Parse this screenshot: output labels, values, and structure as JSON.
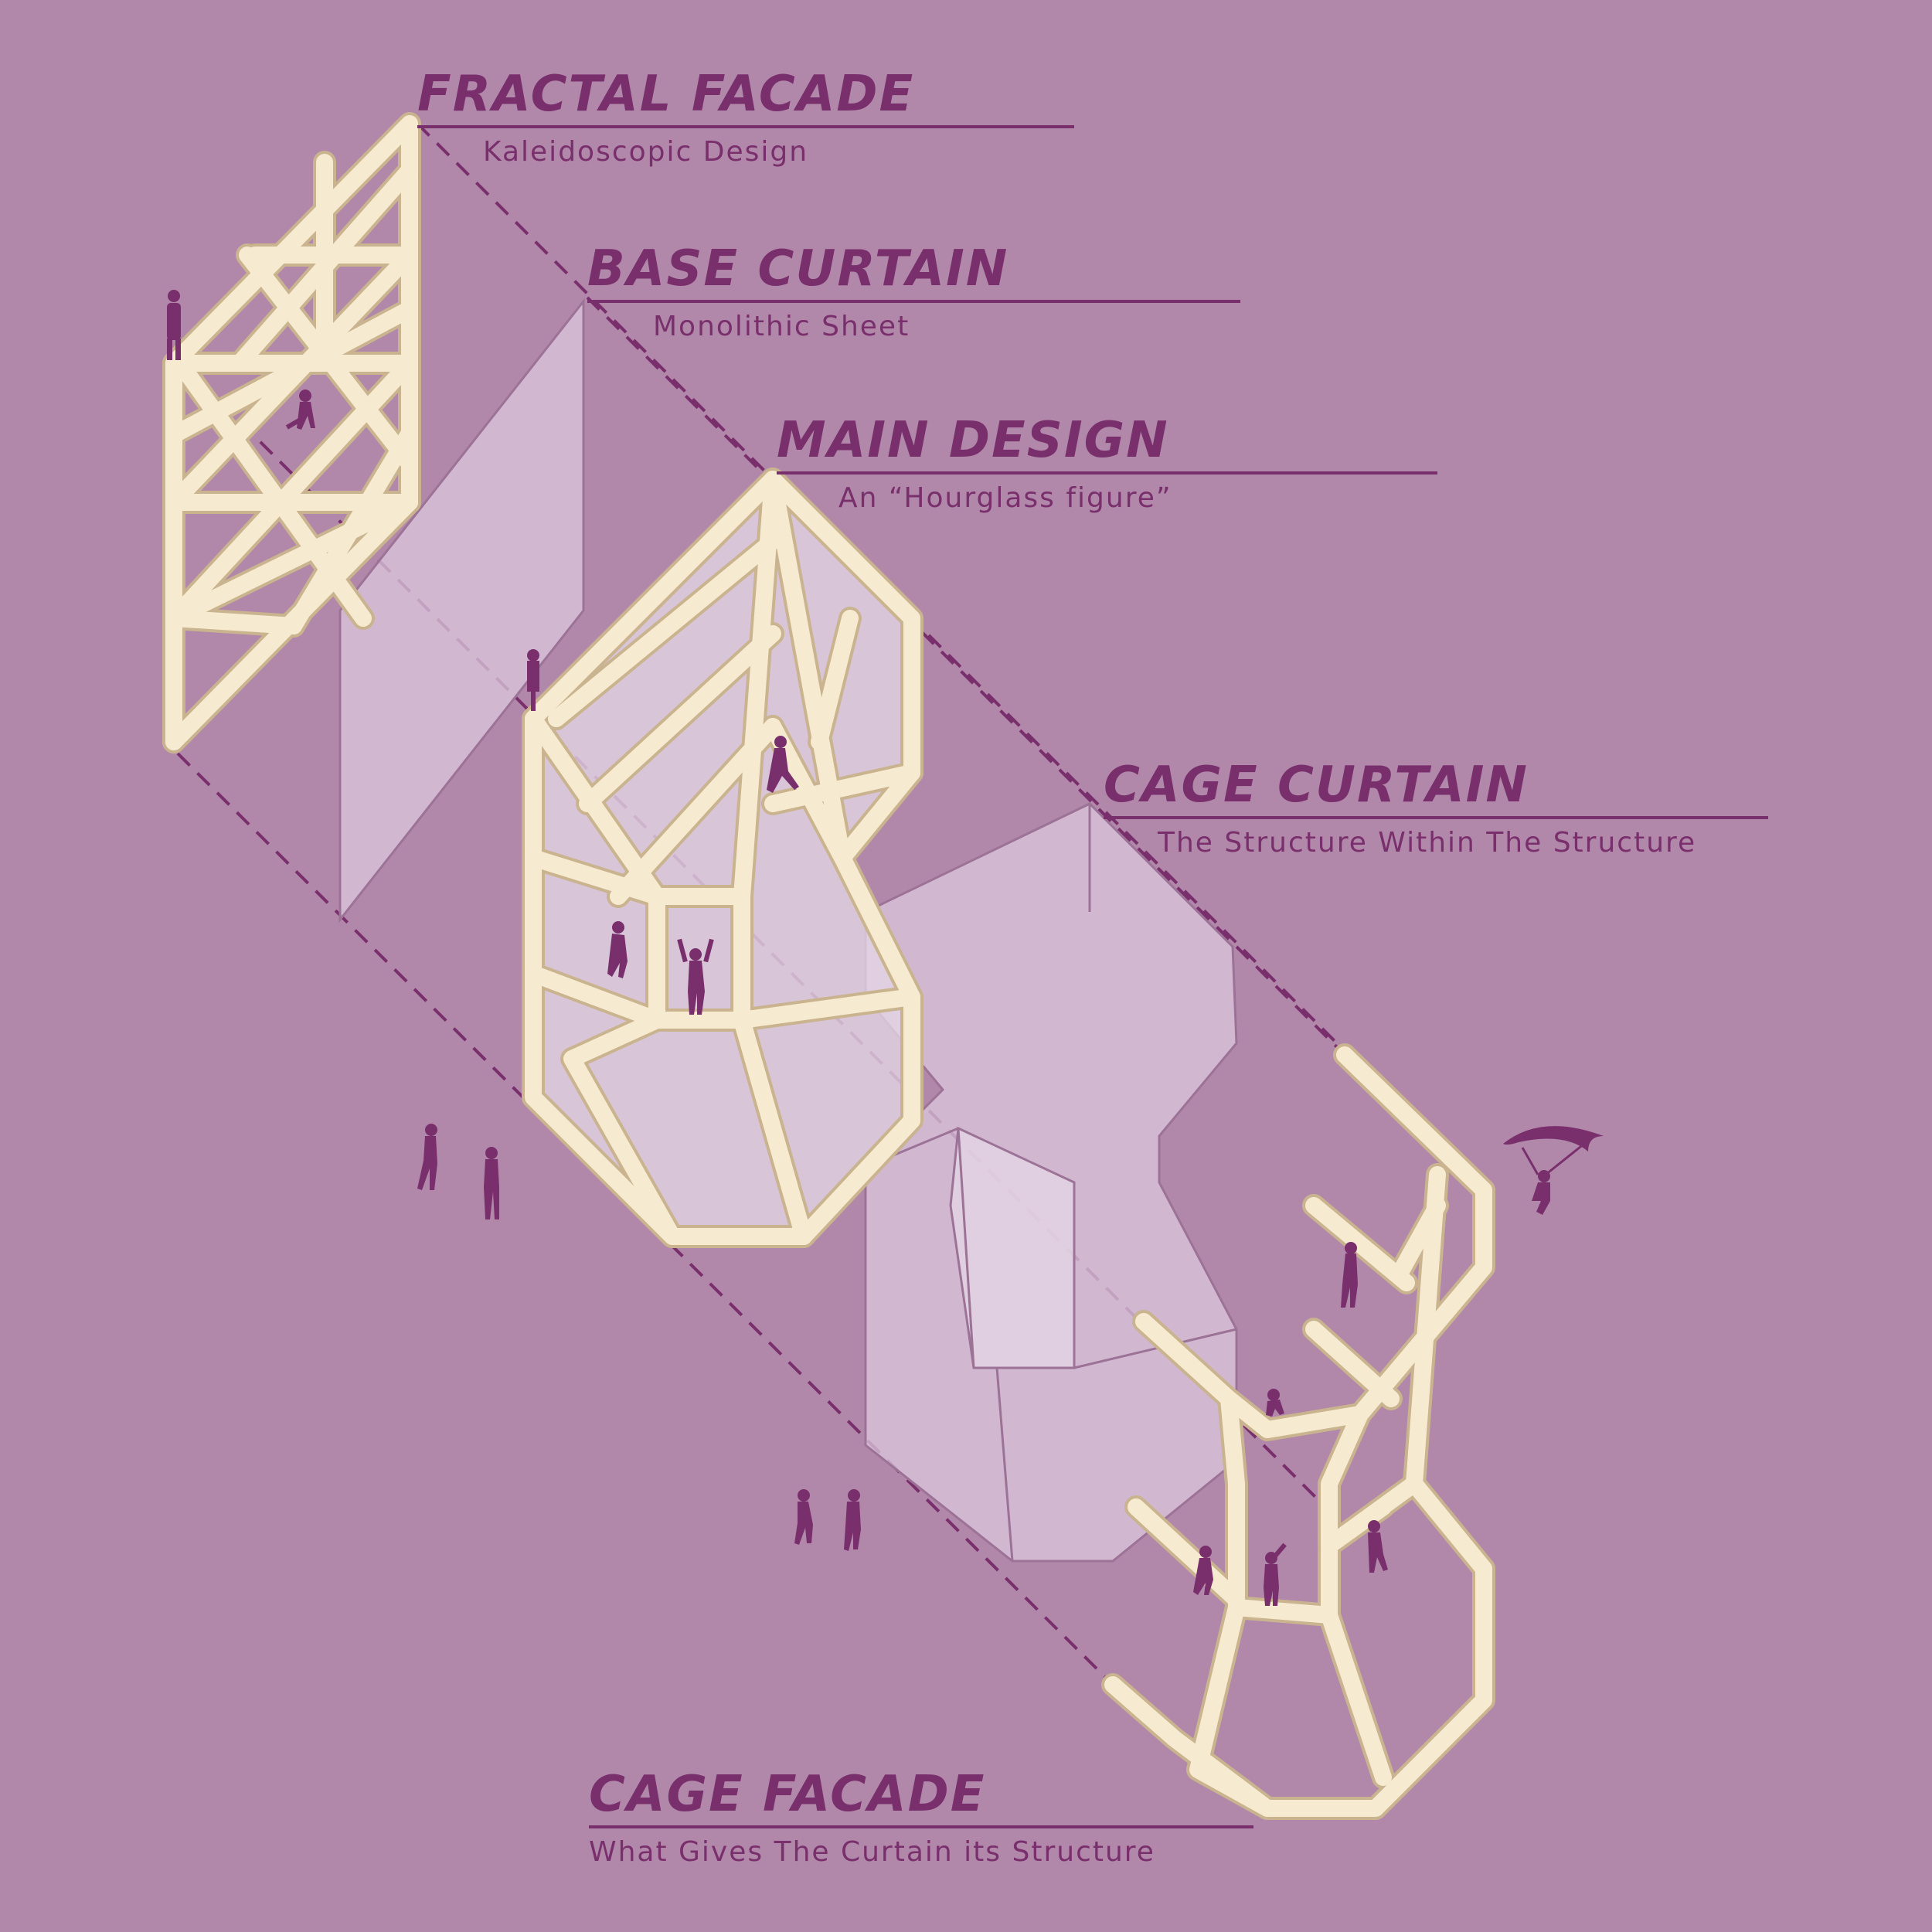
{
  "colors": {
    "background": "#b188a9",
    "accent": "#7a2f6d",
    "timber": "#f6ead0",
    "timber_edge": "#c9b48f",
    "curtain": "#dcc8dd"
  },
  "labels": {
    "fractal_facade": {
      "title": "FRACTAL FACADE",
      "subtitle": "Kaleidoscopic Design"
    },
    "base_curtain": {
      "title": "BASE CURTAIN",
      "subtitle": "Monolithic Sheet"
    },
    "main_design": {
      "title": "MAIN DESIGN",
      "subtitle": "An “Hourglass figure”"
    },
    "cage_curtain": {
      "title": "CAGE CURTAIN",
      "subtitle": "The Structure Within The Structure"
    },
    "cage_facade": {
      "title": "CAGE FACADE",
      "subtitle": "What Gives The Curtain its Structure"
    }
  }
}
